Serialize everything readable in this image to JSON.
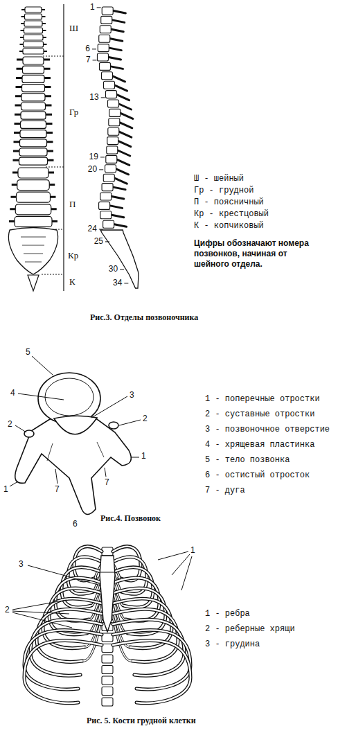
{
  "diagram": {
    "labels": [
      "Ш",
      "Гр",
      "П",
      "Кр",
      "К",
      "1",
      "6",
      "7",
      "13",
      "19",
      "20",
      "24",
      "25",
      "30",
      "34",
      "Ш - шейный",
      "Гр - грудной",
      "П - поясничный",
      "Кр - крестцовый",
      "К - копчиковый",
      "Цифры обозначают номера позвонков, начиная от шейного отдела.",
      "Рис.3. Отделы позвоночника",
      "5",
      "4",
      "3",
      "2",
      "2",
      "1",
      "1",
      "7",
      "7",
      "6",
      "1 - поперечные отростки",
      "2 - суставные отростки",
      "3 - позвоночное отверстие",
      "4 - хрящевая пластинка",
      "5 - тело позвонка",
      "6 - остистый отросток",
      "7 - дуга",
      "Рис.4. Позвонок",
      "3",
      "1",
      "2",
      "1 - ребра",
      "2 - реберные хрящи",
      "3 - грудина",
      "Рис. 5. Кости грудной клетки"
    ]
  }
}
